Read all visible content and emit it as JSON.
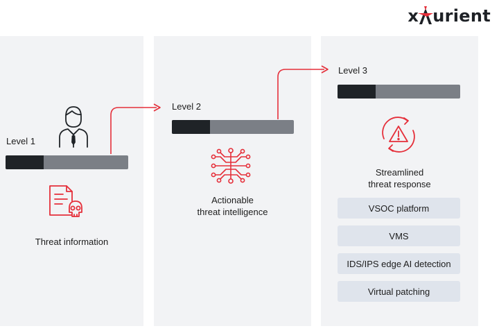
{
  "brand": {
    "name_left": "x",
    "name_right": "urient",
    "accent_color": "#e52f3a"
  },
  "levels": [
    {
      "label": "Level 1",
      "progress": 0.31,
      "caption_lines": [
        "Threat information"
      ],
      "icon": "document-skull-icon"
    },
    {
      "label": "Level 2",
      "progress": 0.31,
      "caption_lines": [
        "Actionable",
        "threat intelligence"
      ],
      "icon": "network-brain-icon"
    },
    {
      "label": "Level 3",
      "progress": 0.31,
      "caption_lines": [
        "Streamlined",
        "threat response"
      ],
      "icon": "alert-cycle-icon",
      "capabilities": [
        "VSOC platform",
        "VMS",
        "IDS/IPS edge AI detection",
        "Virtual patching"
      ]
    }
  ],
  "person_icon": "person-icon",
  "colors": {
    "panel_bg": "#f2f3f5",
    "bar_track": "#7b7f86",
    "bar_fill": "#1f2327",
    "pill_bg": "#dfe4ec",
    "arrow": "#e52f3a"
  }
}
